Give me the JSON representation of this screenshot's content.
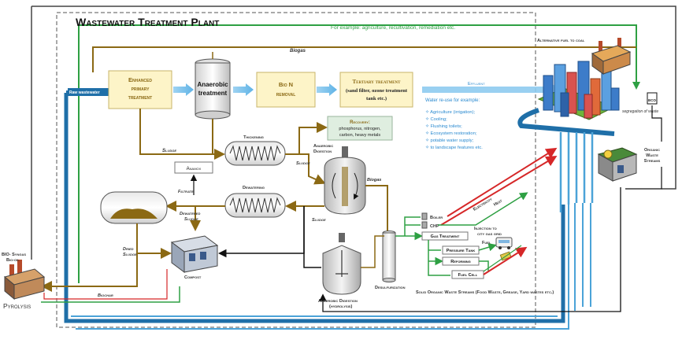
{
  "title": "Wastewater Treatment Plant",
  "example_top": "For example: agriculture, recultivation, remediation etc.",
  "alt_fuel": "Alternative fuel to coal",
  "biogas_top": "Biogas",
  "raw_wastewater": "Raw wastewater",
  "enhanced_primary": [
    "Enhanced",
    "primary",
    "treatment"
  ],
  "anaerobic_treatment": [
    "Anaerobic",
    "treatment"
  ],
  "bio_n": [
    "Bio N",
    "removal"
  ],
  "tertiary": [
    "Tertiary treatment",
    "(sand filter, ozone treatment",
    "tank etc.)"
  ],
  "effluent": "Effluent",
  "water_reuse": {
    "heading": "Water re-use for example:",
    "items": [
      "Agriculture (irrigation);",
      "Cooling;",
      "Flushing toilets;",
      "Ecosystem restoration;",
      "potable water supply;",
      "to landscape features etc."
    ]
  },
  "recovery": {
    "heading": "Recovery:",
    "lines": [
      "phosphorus, nitrogen,",
      "carbon, heavy metals"
    ]
  },
  "thickening": "Thickening",
  "sludge": "Sludge",
  "anaerobic_digestion": [
    "Anaerobic",
    "Digestion"
  ],
  "biogas_mid": "Biogas",
  "anamox": "Anamox",
  "filtrate": "Filtrate",
  "dewatering": "Dewatering",
  "dewatered_sludge": [
    "Dewatered",
    "Sludge"
  ],
  "dried_sludge": [
    "Dried",
    "Sludge"
  ],
  "compost": "Compost",
  "bio_syngas": [
    "BIO- Syngas",
    "Bio-oil"
  ],
  "pyrolysis": "Pyrolysis",
  "biochar": "Biochar",
  "desulfurization": "Desulfurization",
  "anaerobic_digestion_hydro": [
    "Anaerobic Digestion",
    "(hydrolysis)"
  ],
  "boiler": "Boiler",
  "chp": "CHP",
  "electricity": "Electricity",
  "heat": "Heat",
  "gas_treatment": "Gas Treatment",
  "injection": [
    "Injection to",
    "city gas grid"
  ],
  "pressure_tank": "Pressure Tank",
  "fuel": "Fuel",
  "reforming": "Reforming",
  "fuel_cell": "Fuel Cell",
  "solid_organic": "Solid Organic Waste Streams (Food Waste, Grease, Yard wastes etc.)",
  "segregation": "segregation of waste",
  "organic_waste_streams": [
    "Organic",
    "Waste",
    "Streams"
  ],
  "bin_label": "ECO",
  "colors": {
    "sludge": "#8B6914",
    "water": "#4BA3D8",
    "pipe": "#1F6FA8",
    "green": "#2EA043",
    "red": "#D62728",
    "box_fill": "#FDF4C8",
    "frame": "#444444"
  }
}
